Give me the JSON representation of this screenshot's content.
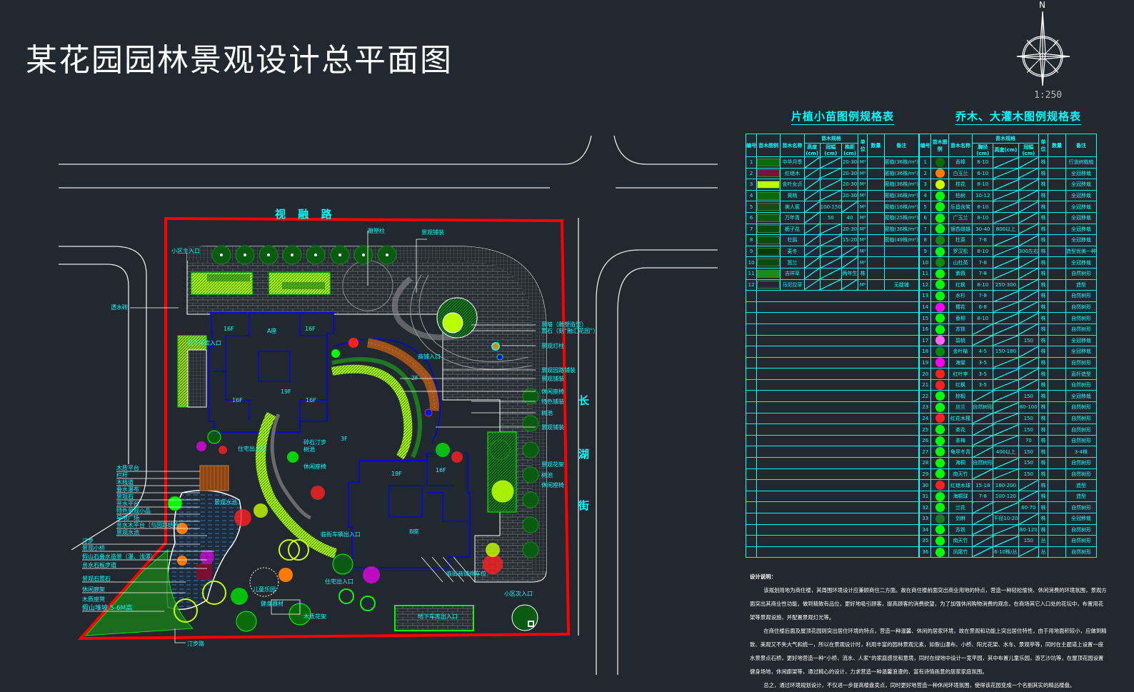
{
  "title": "某花园园林景观设计总平面图",
  "north_label": "N",
  "scale": "1:250",
  "roads": {
    "north": "视  融  路",
    "east": [
      "长",
      "湖",
      "街"
    ]
  },
  "plan_labels": {
    "main_entrance": "小区主入口",
    "secondary_entrance": "小区次入口",
    "paving": "透水砖",
    "sculpture": "雕塑柱",
    "sculpture_plaza": "景观铺装",
    "building_a": "A座",
    "floor16_1": "16F",
    "floor16_2": "16F",
    "floor16_3": "16F",
    "floor16_4": "16F",
    "floor19": "19F",
    "floor19_b": "19F",
    "floor16_5": "16F",
    "floor3": "3F",
    "floor2": "2F",
    "b_building": "B座",
    "underground_entrance_left": "地下车库入口",
    "underground_entrance_bottom": "地下车库出入口",
    "commercial_entrance": "商铺入口",
    "residential_entrance": "住宅出入口",
    "residential_entrance_2": "住宅出入口",
    "commercial_parking": "临街商铺停车位",
    "residential_parking": "临街车辆出入口",
    "garden_path": "碎石汀步",
    "tree_pool": "树池",
    "seat": "休闲座椅",
    "pond": "景观水池",
    "kids": "儿童乐园",
    "fitness": "健身器材",
    "pergola": "木质花架",
    "pine_path": "汀步路",
    "right_labels": [
      "景墙（雕塑造型）",
      "置石（刻“融汇花园”）",
      "景观灯柱",
      "景观园路铺装",
      "景观铺装",
      "休闲座椅",
      "特色铺装",
      "树池",
      "景观铺装",
      "景观花架",
      "树池",
      "休闲座椅"
    ],
    "left_labels": [
      "木质平台",
      "栏杆",
      "木栈道",
      "叠水瀑布",
      "景观石",
      "亲水平台",
      "特色景观小品",
      "旱喷广场",
      "亲水木平台（与园路结合）",
      "景观水池",
      "汀步",
      "景观小桥",
      "假山石叠水造景（瀑、浅潭）",
      "亲水石板步道",
      "景观石置石",
      "休闲廊架",
      "木质座凳",
      "假山堆坡 5-6M高"
    ]
  },
  "table1": {
    "title": "片植小苗图例规格表",
    "headers": [
      "编号",
      "苗木图例",
      "苗木名称",
      "苗木规格",
      "单位",
      "数量",
      "备注"
    ],
    "sub_headers": [
      "高度(cm)",
      "冠幅(cm)",
      "株距(cm)"
    ],
    "rows": [
      {
        "no": "1",
        "swatch": "#0a6a0a",
        "name": "中华月季",
        "h": "",
        "w": "",
        "d": "20-30",
        "unit": "M²",
        "qty": "",
        "note": "密植(36株/m²)"
      },
      {
        "no": "2",
        "swatch": "#7a1040",
        "name": "红继木",
        "h": "",
        "w": "",
        "d": "20-30",
        "unit": "M²",
        "qty": "",
        "note": "密植(36株/m²)"
      },
      {
        "no": "3",
        "swatch": "#b8ff00",
        "name": "金叶女贞",
        "h": "",
        "w": "",
        "d": "20-30",
        "unit": "M²",
        "qty": "",
        "note": "密植(36株/m²)"
      },
      {
        "no": "4",
        "swatch": "#0a6a0a",
        "name": "黄杨",
        "h": "",
        "w": "",
        "d": "20-30",
        "unit": "M²",
        "qty": "",
        "note": "密植(36株/m²)"
      },
      {
        "no": "5",
        "swatch": "#1a4a1a",
        "name": "美人蕉",
        "h": "",
        "w": "100-150",
        "d": "",
        "unit": "M²",
        "qty": "",
        "note": "密植(16株/m²)"
      },
      {
        "no": "6",
        "swatch": "#0d5a0d",
        "name": "万年青",
        "h": "",
        "w": "50",
        "d": "40",
        "unit": "M²",
        "qty": "",
        "note": "密植(25株/m²)"
      },
      {
        "no": "7",
        "swatch": "#0d4a0d",
        "name": "栀子花",
        "h": "",
        "w": "",
        "d": "20-30",
        "unit": "M²",
        "qty": "",
        "note": "密植(36株/m²)"
      },
      {
        "no": "8",
        "swatch": "#0d4a0d",
        "name": "杜鹃",
        "h": "",
        "w": "",
        "d": "15-20",
        "unit": "M²",
        "qty": "",
        "note": "密植(49株/m²)"
      },
      {
        "no": "9",
        "swatch": "#0a3a0a",
        "name": "麦冬",
        "h": "",
        "w": "",
        "d": "",
        "unit": "M²",
        "qty": "",
        "note": ""
      },
      {
        "no": "10",
        "swatch": "#0d4a0d",
        "name": "葱兰",
        "h": "",
        "w": "",
        "d": "",
        "unit": "M²",
        "qty": "",
        "note": ""
      },
      {
        "no": "11",
        "swatch": "#1e8a1e",
        "name": "吉祥草",
        "h": "",
        "w": "",
        "d": "两年生",
        "unit": "株",
        "qty": "",
        "note": ""
      },
      {
        "no": "12",
        "swatch": "#21282f",
        "name": "马尼拉草",
        "h": "",
        "w": "",
        "d": "",
        "unit": "M²",
        "qty": "",
        "note": "无缝铺"
      }
    ]
  },
  "table2": {
    "title": "乔木、大灌木图例规格表",
    "headers": [
      "编号",
      "苗木图例",
      "苗木名称",
      "苗木规格",
      "单位",
      "数量",
      "备注"
    ],
    "sub_headers": [
      "胸径(cm)",
      "高度(cm)",
      "冠幅(cm)"
    ],
    "rows": [
      {
        "no": "1",
        "color": "#0a6a0a",
        "name": "香樟",
        "a": "8-10",
        "b": "",
        "c": "",
        "unit": "株",
        "note": "行道树栽植"
      },
      {
        "no": "2",
        "color": "#ff7a00",
        "name": "白玉兰",
        "a": "8-10",
        "b": "",
        "c": "",
        "unit": "株",
        "note": "全冠移栽"
      },
      {
        "no": "3",
        "color": "#c8ff00",
        "name": "桂花",
        "a": "8-10",
        "b": "",
        "c": "",
        "unit": "株",
        "note": "全冠移栽"
      },
      {
        "no": "4",
        "color": "#00ff00",
        "name": "柏树",
        "a": "10-12",
        "b": "",
        "c": "",
        "unit": "株",
        "note": "全冠移栽"
      },
      {
        "no": "5",
        "color": "#00ff00",
        "name": "乐昌含笑",
        "a": "8-10",
        "b": "",
        "c": "",
        "unit": "株",
        "note": "全冠移栽"
      },
      {
        "no": "6",
        "color": "#00ff00",
        "name": "广玉兰",
        "a": "8-10",
        "b": "",
        "c": "",
        "unit": "株",
        "note": "全冠移栽"
      },
      {
        "no": "7",
        "color": "#00ff00",
        "name": "银杏雌雄",
        "a": "30-40",
        "b": "800以上",
        "c": "",
        "unit": "株",
        "note": "全冠移栽"
      },
      {
        "no": "8",
        "color": "#0a8a0a",
        "name": "杜英",
        "a": "7-8",
        "b": "",
        "c": "",
        "unit": "株",
        "note": "全冠移栽"
      },
      {
        "no": "9",
        "color": "#00ff00",
        "name": "罗汉松",
        "a": "8-10",
        "b": "",
        "c": "300左右",
        "unit": "株",
        "note": "造型优美一种"
      },
      {
        "no": "10",
        "color": "#0a8a0a",
        "name": "山杜英",
        "a": "7-8",
        "b": "",
        "c": "",
        "unit": "株",
        "note": "全冠移栽"
      },
      {
        "no": "11",
        "color": "#00ff00",
        "name": "紫薇",
        "a": "7-8",
        "b": "",
        "c": "",
        "unit": "株",
        "note": "自然树形"
      },
      {
        "no": "12",
        "color": "#00ff00",
        "name": "红枫",
        "a": "8-10",
        "b": "250-300",
        "c": "",
        "unit": "株",
        "note": "造型"
      },
      {
        "no": "13",
        "color": "#00ff00",
        "name": "水杉",
        "a": "7-8",
        "b": "",
        "c": "",
        "unit": "株",
        "note": "自然树形"
      },
      {
        "no": "14",
        "color": "#ff00ff",
        "name": "樱花",
        "a": "6-8",
        "b": "",
        "c": "",
        "unit": "株",
        "note": "自然树形"
      },
      {
        "no": "15",
        "color": "#00ff00",
        "name": "垂柳",
        "a": "8-10",
        "b": "",
        "c": "",
        "unit": "株",
        "note": "自然树形"
      },
      {
        "no": "16",
        "color": "#00ff00",
        "name": "苏铁",
        "a": "",
        "b": "",
        "c": "",
        "unit": "株",
        "note": "自然树形"
      },
      {
        "no": "17",
        "color": "#ff66ff",
        "name": "碧桃",
        "a": "",
        "b": "",
        "c": "150",
        "unit": "株",
        "note": "全冠移栽"
      },
      {
        "no": "18",
        "color": "#0a8a0a",
        "name": "金叶榆",
        "a": "4-5",
        "b": "150-180",
        "c": "",
        "unit": "株",
        "note": "全冠移栽"
      },
      {
        "no": "19",
        "color": "#ff00ff",
        "name": "海棠",
        "a": "3-5",
        "b": "",
        "c": "",
        "unit": "株",
        "note": "自然树形"
      },
      {
        "no": "20",
        "color": "#ff2020",
        "name": "红叶李",
        "a": "3-5",
        "b": "",
        "c": "",
        "unit": "株",
        "note": "直杆造型"
      },
      {
        "no": "21",
        "color": "#ff2020",
        "name": "红枫",
        "a": "3-5",
        "b": "",
        "c": "",
        "unit": "株",
        "note": "自然树形"
      },
      {
        "no": "22",
        "color": "#00ff00",
        "name": "棕榈",
        "a": "",
        "b": "",
        "c": "150",
        "unit": "株",
        "note": "全冠移栽"
      },
      {
        "no": "23",
        "color": "#00ff00",
        "name": "丝兰",
        "a": "自然树形",
        "b": "",
        "c": "80-100",
        "unit": "株",
        "note": "自然树形"
      },
      {
        "no": "24",
        "color": "#ff2020",
        "name": "红花木槿",
        "a": "",
        "b": "",
        "c": "150",
        "unit": "株",
        "note": "自然树形"
      },
      {
        "no": "25",
        "color": "#00ff00",
        "name": "茶花",
        "a": "",
        "b": "",
        "c": "150",
        "unit": "株",
        "note": "自然树形"
      },
      {
        "no": "26",
        "color": "#00ff00",
        "name": "茶梅",
        "a": "",
        "b": "",
        "c": "70",
        "unit": "株",
        "note": "自然树形"
      },
      {
        "no": "27",
        "color": "#00ff00",
        "name": "龟甲冬青",
        "a": "",
        "b": "400以上",
        "c": "150",
        "unit": "株",
        "note": "3-4株"
      },
      {
        "no": "28",
        "color": "#00ff00",
        "name": "海桐",
        "a": "自然树形",
        "b": "",
        "c": "150",
        "unit": "株",
        "note": "自然树形"
      },
      {
        "no": "29",
        "color": "#00ff00",
        "name": "南天竹",
        "a": "",
        "b": "",
        "c": "150",
        "unit": "株",
        "note": "自然树形"
      },
      {
        "no": "30",
        "color": "#ff2020",
        "name": "红继木球",
        "a": "15-18",
        "b": "180-200",
        "c": "",
        "unit": "株",
        "note": "造型"
      },
      {
        "no": "31",
        "color": "#00ff00",
        "name": "海桐球",
        "a": "7-8",
        "b": "100-120",
        "c": "",
        "unit": "株",
        "note": "造型"
      },
      {
        "no": "32",
        "color": "#00ff00",
        "name": "兰花",
        "a": "",
        "b": "",
        "c": "60-70",
        "unit": "株",
        "note": "自然树形"
      },
      {
        "no": "33",
        "color": "#1e7a1e",
        "name": "剑麻",
        "a": "",
        "b": "干径10-20",
        "c": "",
        "unit": "株",
        "note": "全冠移栽"
      },
      {
        "no": "34",
        "color": "#00ff00",
        "name": "苏铁",
        "a": "",
        "b": "",
        "c": "80-120",
        "unit": "株",
        "note": "自然树形"
      },
      {
        "no": "35",
        "color": "#00ff00",
        "name": "南天竹",
        "a": "",
        "b": "",
        "c": "150",
        "unit": "丛",
        "note": "自然树形"
      },
      {
        "no": "36",
        "color": "#00ff00",
        "name": "凤尾竹",
        "a": "",
        "b": "6-10株/丛",
        "c": "",
        "unit": "丛",
        "note": "自然树形"
      }
    ]
  },
  "notes": {
    "heading": "设计说明：",
    "paragraphs": [
      "该规划用地为商住楼，其周围环境设计应兼顾商住二方面。故在商住楼前面突出商业用地的特点，营造一种轻松愉快、休闲消费的环境氛围，景观方面突出其商业性功能，做到精致有品位，更好地吸引顾客，提高顾客的消费欲望，为了加强休闲购物消费的观念，在商场其它入口处的花坛中，布置用花架等景观设施，并配置景观灯光等。",
      "在商住楼后面及屋顶花园则突出居住环境的特点，营造一种温馨、休闲的居家环境，故在景观和功能上突出居住特性，由于用地面积较小，应做到精致、美观又不失大气和统一，所以在景观设计时，利用丰富的园林景观元素，如假山瀑布、小桥、阳光花架、水车、景观亭等，同时在主题道上设置一座水景景点石桥，更好地营造一种“小桥、流水、人家”的家庭感觉和意境，同时在绿地中设计一宽平园，其中布置儿童乐园，游艺沙坑等，在屋顶花园设置健身场地，休闲廊架等，通过精心的设计，力求营造一种温馨浪漫的、富有诗情画意的居家家庭氛围。",
      "总之，通过环境规划设计，不仅进一步提高楼盘卖点，同时更好地营造一种休闲环境氛围，使得该花园变成一个名副其实的精品楼盘。"
    ]
  },
  "colors": {
    "background": "#212830",
    "cad_cyan": "#00ffff",
    "boundary_red": "#ff0000",
    "building_blue": "#0000ff",
    "plant_green": "#00ff00",
    "paving_gray": "#8a8a8a"
  }
}
